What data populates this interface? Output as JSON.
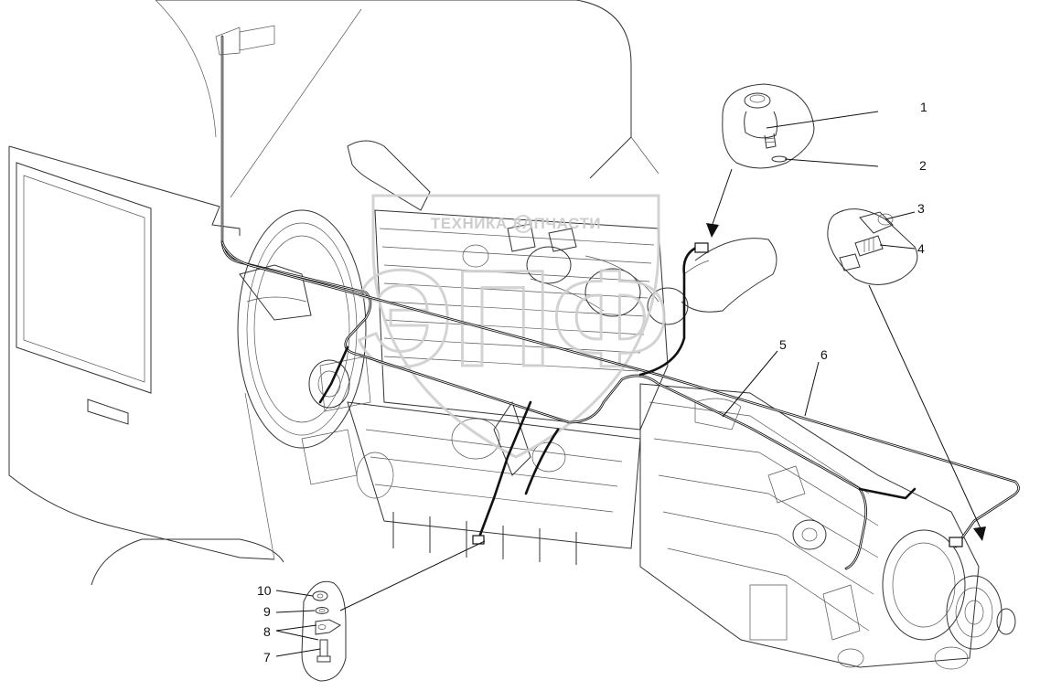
{
  "watermark": {
    "left_word": "ТЕХНИКА",
    "right_word": "ЗАПЧАСТИ",
    "logo_letters": "ЭПФ"
  },
  "callouts": [
    {
      "id": "1",
      "label": "1",
      "part": "sensor"
    },
    {
      "id": "2",
      "label": "2",
      "part": "seal-washer"
    },
    {
      "id": "3",
      "label": "3",
      "part": "connector"
    },
    {
      "id": "4",
      "label": "4",
      "part": "switch"
    },
    {
      "id": "5",
      "label": "5",
      "part": "harness"
    },
    {
      "id": "6",
      "label": "6",
      "part": "harness"
    },
    {
      "id": "7",
      "label": "7",
      "part": "bolt"
    },
    {
      "id": "8",
      "label": "8",
      "part": "cable-lug"
    },
    {
      "id": "9",
      "label": "9",
      "part": "washer"
    },
    {
      "id": "10",
      "label": "10",
      "part": "nut"
    }
  ],
  "colors": {
    "line": "#333333",
    "harness": "#111111",
    "watermark": "#c8c8c8",
    "background": "#ffffff"
  }
}
